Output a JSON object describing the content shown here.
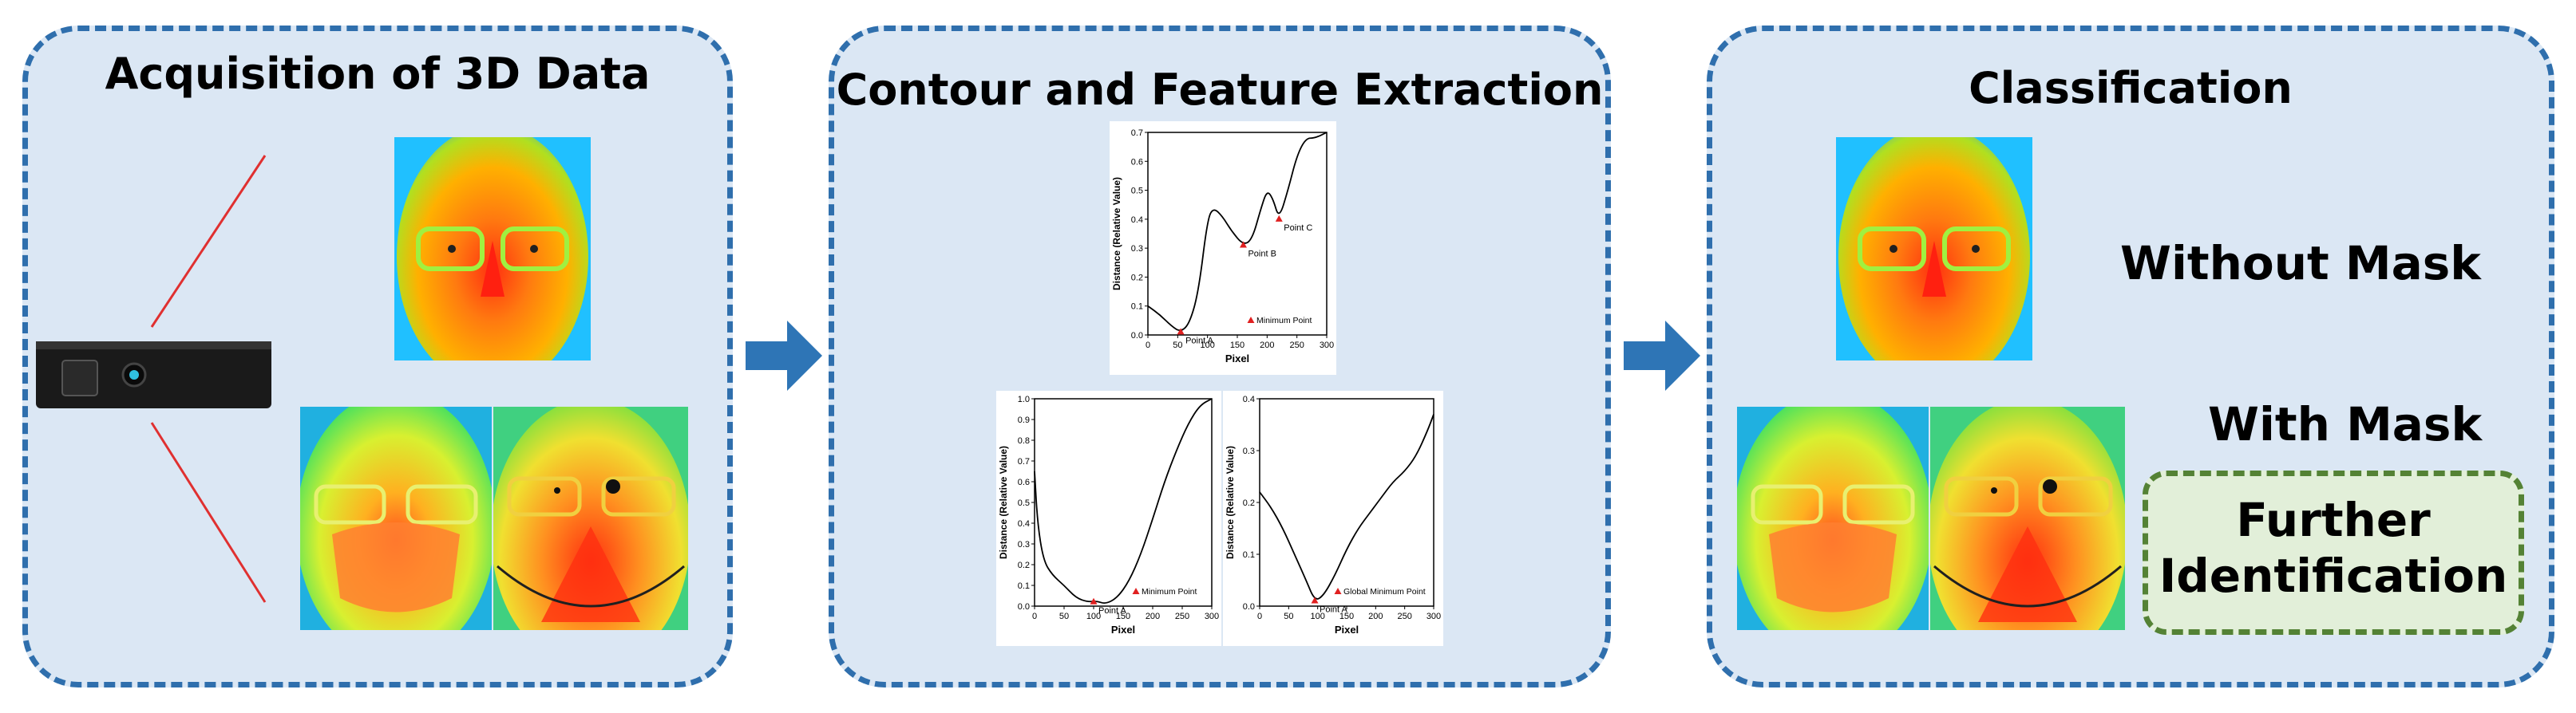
{
  "panels": {
    "acquisition": {
      "title": "Acquisition of 3D Data"
    },
    "extraction": {
      "title": "Contour and Feature Extraction"
    },
    "classification": {
      "title": "Classification",
      "without_mask": "Without Mask",
      "with_mask": "With Mask",
      "further_line1": "Further",
      "further_line2": "Identification"
    }
  },
  "colors": {
    "panel_fill": "#dbe7f4",
    "panel_border": "#2f6fad",
    "arrow": "#2e75b6",
    "further_fill": "#e2efd9",
    "further_border": "#548235",
    "marker": "#e02020"
  },
  "chart_data": [
    {
      "type": "line",
      "xlabel": "Pixel",
      "ylabel": "Distance (Relative Value)",
      "xlim": [
        0,
        300
      ],
      "ylim": [
        0,
        0.7
      ],
      "xticks": [
        "0",
        "50",
        "100",
        "150",
        "200",
        "250",
        "300"
      ],
      "yticks": [
        "0.0",
        "0.1",
        "0.2",
        "0.3",
        "0.4",
        "0.5",
        "0.6",
        "0.7"
      ],
      "x": [
        0,
        20,
        40,
        55,
        70,
        85,
        100,
        110,
        125,
        140,
        160,
        175,
        190,
        200,
        210,
        220,
        235,
        250,
        265,
        280,
        300
      ],
      "y": [
        0.1,
        0.07,
        0.03,
        0.01,
        0.04,
        0.15,
        0.4,
        0.44,
        0.41,
        0.36,
        0.31,
        0.33,
        0.44,
        0.5,
        0.47,
        0.4,
        0.5,
        0.62,
        0.68,
        0.68,
        0.7
      ],
      "points": [
        {
          "label": "Point A",
          "x": 55,
          "y": 0.01
        },
        {
          "label": "Point B",
          "x": 160,
          "y": 0.31
        },
        {
          "label": "Point C",
          "x": 220,
          "y": 0.4
        }
      ],
      "legend": "Minimum Point"
    },
    {
      "type": "line",
      "xlabel": "Pixel",
      "ylabel": "Distance (Relative Value)",
      "xlim": [
        0,
        300
      ],
      "ylim": [
        0,
        1.0
      ],
      "xticks": [
        "0",
        "50",
        "100",
        "150",
        "200",
        "250",
        "300"
      ],
      "yticks": [
        "0.0",
        "0.1",
        "0.2",
        "0.3",
        "0.4",
        "0.5",
        "0.6",
        "0.7",
        "0.8",
        "0.9",
        "1.0"
      ],
      "x": [
        0,
        5,
        15,
        30,
        50,
        70,
        90,
        105,
        120,
        140,
        160,
        180,
        200,
        220,
        240,
        260,
        280,
        300
      ],
      "y": [
        0.65,
        0.4,
        0.22,
        0.15,
        0.1,
        0.04,
        0.02,
        0.025,
        0.01,
        0.04,
        0.12,
        0.25,
        0.42,
        0.6,
        0.75,
        0.88,
        0.97,
        1.0
      ],
      "points": [
        {
          "label": "Point A",
          "x": 100,
          "y": 0.02
        }
      ],
      "legend": "Minimum Point"
    },
    {
      "type": "line",
      "xlabel": "Pixel",
      "ylabel": "Distance (Relative Value)",
      "xlim": [
        0,
        300
      ],
      "ylim": [
        0,
        0.4
      ],
      "xticks": [
        "0",
        "50",
        "100",
        "150",
        "200",
        "250",
        "300"
      ],
      "yticks": [
        "0.0",
        "0.1",
        "0.2",
        "0.3",
        "0.4"
      ],
      "x": [
        0,
        20,
        40,
        60,
        80,
        95,
        110,
        130,
        150,
        170,
        190,
        210,
        230,
        250,
        270,
        290,
        300
      ],
      "y": [
        0.22,
        0.19,
        0.15,
        0.1,
        0.05,
        0.01,
        0.02,
        0.06,
        0.11,
        0.15,
        0.18,
        0.21,
        0.24,
        0.26,
        0.29,
        0.34,
        0.37
      ],
      "points": [
        {
          "label": "Point A",
          "x": 95,
          "y": 0.01
        }
      ],
      "legend": "Global Minimum Point"
    }
  ]
}
